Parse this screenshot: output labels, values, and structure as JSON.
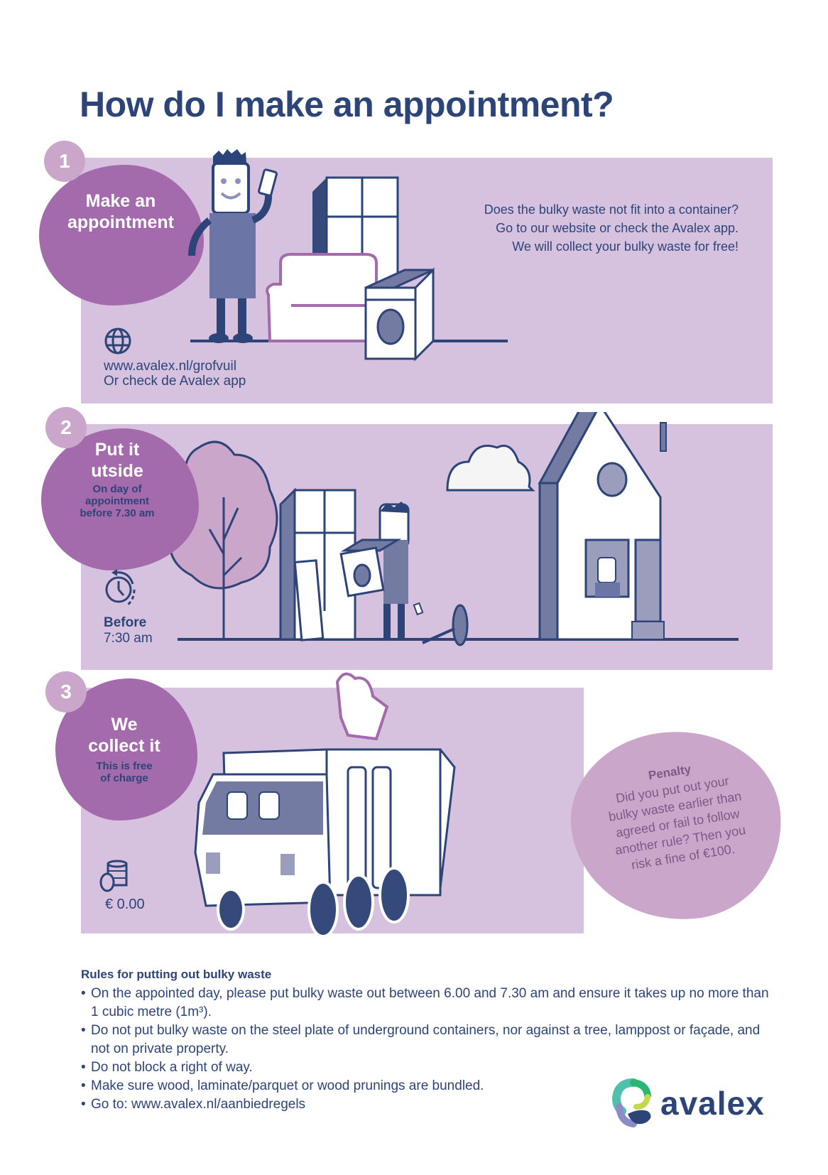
{
  "header": {
    "title": "How do I make an appointment?"
  },
  "steps": [
    {
      "number": "1",
      "title_line1": "Make an",
      "title_line2": "appointment",
      "info_lines": [
        "Does the bulky waste not fit into a container?",
        "Go to our website or check the Avalex app.",
        "We will collect your bulky waste for free!"
      ],
      "icon": "globe-icon",
      "footer_line1": "www.avalex.nl/grofvuil",
      "footer_line2": "Or check de Avalex app"
    },
    {
      "number": "2",
      "title_line1": "Put it",
      "title_line2": "utside",
      "sub_line1": "On day of",
      "sub_line2": "appointment",
      "sub_line3": "before 7.30 am",
      "icon": "clock-icon",
      "footer_line1": "Before",
      "footer_line2": "7:30 am"
    },
    {
      "number": "3",
      "title_line1": "We",
      "title_line2": "collect it",
      "sub_line1": "This is free",
      "sub_line2": "of charge",
      "icon": "coins-icon",
      "footer_line1": "€ 0.00"
    }
  ],
  "penalty": {
    "title": "Penalty",
    "lines": [
      "Did you put out your",
      "bulky waste earlier than",
      "agreed or fail to follow",
      "another rule? Then you",
      "risk a fine of €100."
    ]
  },
  "rules": {
    "title": "Rules for putting out bulky waste",
    "items": [
      "On the appointed day, please put bulky waste out between 6.00 and 7.30 am and ensure it takes up no more than 1 cubic metre (1m³).",
      "Do not put bulky waste on the steel plate of underground containers, nor against a tree, lamppost or façade, and not on private property.",
      "Do not block a right of way.",
      "Make sure wood, laminate/parquet or wood prunings are bundled.",
      "Go to: www.avalex.nl/aanbiedregels"
    ]
  },
  "logo": {
    "text": "avalex"
  },
  "colors": {
    "navy": "#2d4478",
    "panel": "#d6c2de",
    "blob": "#a36aac",
    "light_blob": "#cba6cb"
  }
}
